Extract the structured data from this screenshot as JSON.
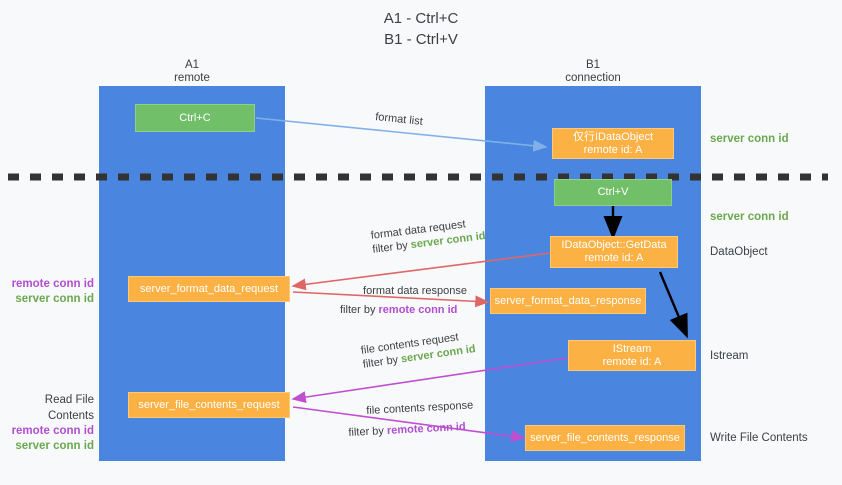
{
  "title": "A1 - Ctrl+C\nB1 - Ctrl+V",
  "colors": {
    "lane": "#4a86e0",
    "green_node": "#72bf6a",
    "orange_node": "#fbb143",
    "server_conn": "#6aa84f",
    "remote_conn": "#b04fd0",
    "arrow_blue": "#7fb1e8",
    "arrow_red": "#e06666",
    "arrow_magenta": "#c04fd0",
    "arrow_black": "#000000",
    "background": "#f8f9fa"
  },
  "columns": [
    {
      "name": "A1",
      "sub": "remote",
      "label": "A1\nremote"
    },
    {
      "name": "B1",
      "sub": "connection",
      "label": "B1\nconnection"
    }
  ],
  "nodes": [
    {
      "id": "ctrl-c",
      "label": "Ctrl+C",
      "type": "green",
      "column": "A1"
    },
    {
      "id": "idataobject-in",
      "label": "仅行IDataObject\nremote id: A",
      "type": "orange",
      "column": "B1"
    },
    {
      "id": "ctrl-v",
      "label": "Ctrl+V",
      "type": "green",
      "column": "B1"
    },
    {
      "id": "idataobject-getdata",
      "label": "IDataObject::GetData\nremote id: A",
      "type": "orange",
      "column": "B1"
    },
    {
      "id": "server-format-data-request",
      "label": "server_format_data_request",
      "type": "orange",
      "column": "A1"
    },
    {
      "id": "server-format-data-response",
      "label": "server_format_data_response",
      "type": "orange",
      "column": "B1"
    },
    {
      "id": "istream",
      "label": "IStream\nremote id: A",
      "type": "orange",
      "column": "B1"
    },
    {
      "id": "server-file-contents-request",
      "label": "server_file_contents_request",
      "type": "orange",
      "column": "A1"
    },
    {
      "id": "server-file-contents-response",
      "label": "server_file_contents_response",
      "type": "orange",
      "column": "B1"
    }
  ],
  "edges": [
    {
      "id": "format-list",
      "label": "format list",
      "from": "ctrl-c",
      "to": "idataobject-in",
      "color": "#7fb1e8"
    },
    {
      "id": "format-data-request",
      "line1": "format data request",
      "line2_prefix": "filter by ",
      "line2_highlight": "server conn id",
      "highlight_class": "conn-green",
      "from": "idataobject-getdata",
      "to": "server-format-data-request",
      "color": "#e06666"
    },
    {
      "id": "format-data-response",
      "line1": "format data response",
      "line2_prefix": "filter by ",
      "line2_highlight": "remote conn id",
      "highlight_class": "conn-magenta",
      "from": "server-format-data-request",
      "to": "server-format-data-response",
      "color": "#e06666"
    },
    {
      "id": "file-contents-request",
      "line1": "file contents request",
      "line2_prefix": "filter by ",
      "line2_highlight": "server conn id",
      "highlight_class": "conn-green",
      "from": "istream",
      "to": "server-file-contents-request",
      "color": "#c04fd0"
    },
    {
      "id": "file-contents-response",
      "line1": "file contents response",
      "line2_prefix": "filter by ",
      "line2_highlight": "remote conn id",
      "highlight_class": "conn-magenta",
      "from": "server-file-contents-request",
      "to": "server-file-contents-response",
      "color": "#c04fd0"
    }
  ],
  "right_labels": [
    {
      "id": "server-conn-id-top",
      "text": "server conn id",
      "style": "conn-green"
    },
    {
      "id": "server-conn-id-mid",
      "text": "server conn id",
      "style": "conn-green"
    },
    {
      "id": "dataobject",
      "text": "DataObject",
      "style": "plain"
    },
    {
      "id": "istream-label",
      "text": "Istream",
      "style": "plain"
    },
    {
      "id": "write-file-contents",
      "text": "Write File Contents",
      "style": "plain"
    }
  ],
  "left_labels": [
    {
      "id": "format-conn-ids",
      "remote": "remote conn id",
      "server": "server conn id"
    },
    {
      "id": "read-file-contents",
      "heading": "Read File Contents",
      "remote": "remote conn id",
      "server": "server conn id"
    }
  ],
  "divider": {
    "id": "boundary-dashed-line",
    "style": "dashed",
    "color": "#333333"
  }
}
